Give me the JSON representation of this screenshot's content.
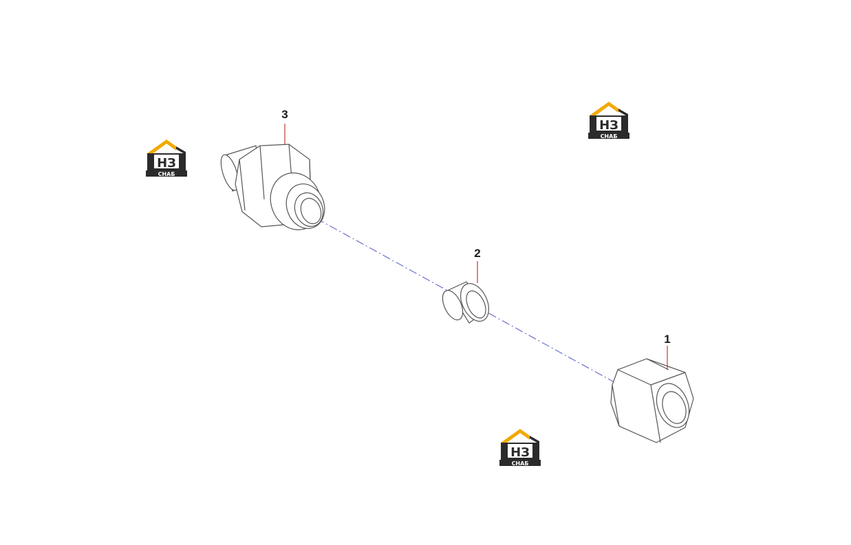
{
  "diagram": {
    "background": "#ffffff",
    "line_color": "#555555",
    "axis_color": "#6b6bcf",
    "leader_color": "#c0392b",
    "callouts": {
      "part1": "1",
      "part2": "2",
      "part3": "3"
    }
  },
  "watermark": {
    "letters": "НЗ",
    "caption": "СНАБ",
    "colors": {
      "roof": "#f2a900",
      "body": "#2b2b2b",
      "letters_bg": "#ffffff"
    }
  }
}
